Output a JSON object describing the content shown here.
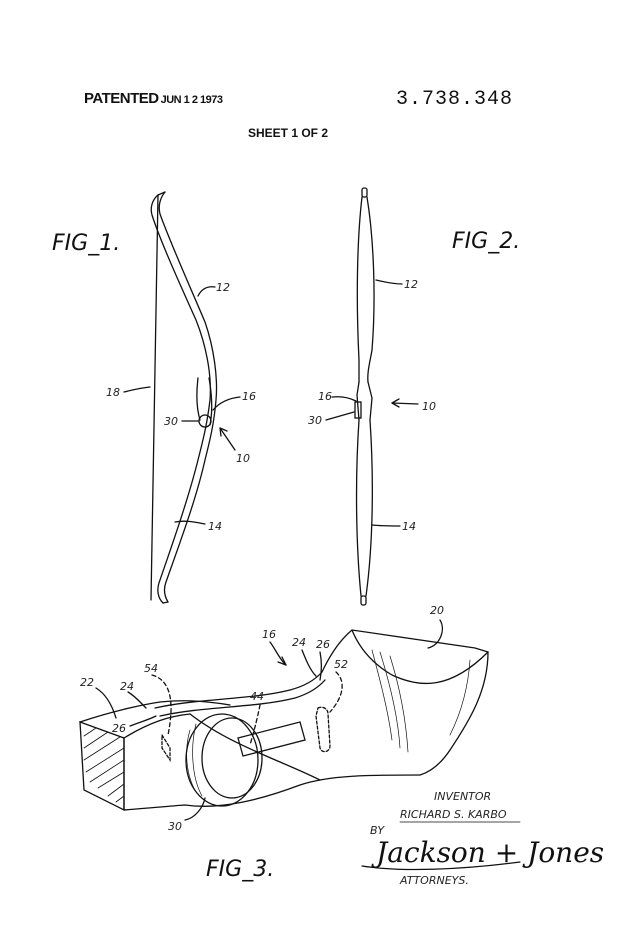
{
  "header": {
    "patented": "PATENTED",
    "date": "JUN 1 2 1973",
    "patent_number": "3.738.348",
    "sheet": "SHEET 1 OF 2"
  },
  "figures": {
    "fig1": "FIG_1.",
    "fig2": "FIG_2.",
    "fig3": "FIG_3."
  },
  "fig1_refs": {
    "r12": "12",
    "r18": "18",
    "r16": "16",
    "r30": "30",
    "r10": "10",
    "r14": "14"
  },
  "fig2_refs": {
    "r12": "12",
    "r16": "16",
    "r30": "30",
    "r10": "10",
    "r14": "14"
  },
  "fig3_refs": {
    "r20": "20",
    "r16": "16",
    "r24a": "24",
    "r26a": "26",
    "r54": "54",
    "r44": "44",
    "r52": "52",
    "r22": "22",
    "r24b": "24",
    "r26b": "26",
    "r30": "30"
  },
  "inventor": {
    "label": "INVENTOR",
    "name": "RICHARD S. KARBO",
    "by": "BY",
    "signature": "Jackson + Jones",
    "attorneys": "ATTORNEYS."
  }
}
